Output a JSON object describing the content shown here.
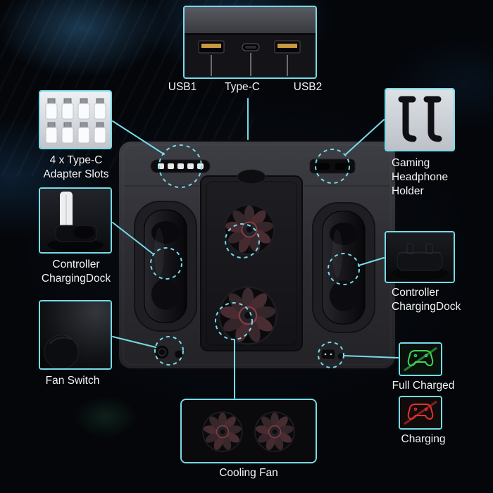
{
  "usb_panel": {
    "usb1_label": "USB1",
    "type_c_label": "Type-C",
    "usb2_label": "USB2"
  },
  "callouts": {
    "adapter_slots": "4 x Type-C Adapter Slots",
    "controller_dock_left": "Controller ChargingDock",
    "fan_switch": "Fan Switch",
    "headphone_holder": "Gaming Headphone Holder",
    "controller_dock_right": "Controller ChargingDock",
    "full_charged": "Full Charged",
    "charging": "Charging",
    "cooling_fan": "Cooling Fan"
  },
  "colors": {
    "accent": "#76dbe8",
    "full-charged-green": "#3fd653",
    "charging-red": "#e23131",
    "usb-port-orange": "#c9983f"
  }
}
